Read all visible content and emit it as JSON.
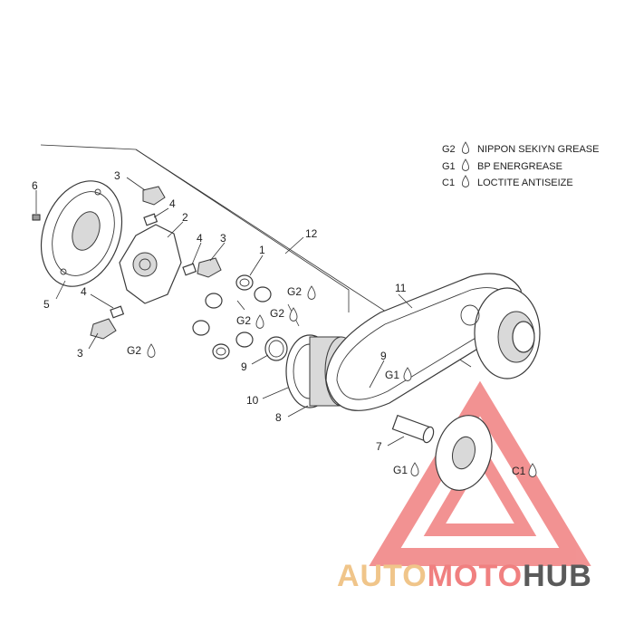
{
  "legend": [
    {
      "code": "G2",
      "text": "NIPPON SEKIYN GREASE"
    },
    {
      "code": "G1",
      "text": "BP ENERGREASE"
    },
    {
      "code": "C1",
      "text": "LOCTITE ANTISEIZE"
    }
  ],
  "callouts": {
    "c1": "1",
    "c2": "2",
    "c3a": "3",
    "c3b": "3",
    "c3c": "3",
    "c4a": "4",
    "c4b": "4",
    "c4c": "4",
    "c5": "5",
    "c6": "6",
    "c7": "7",
    "c8": "8",
    "c9a": "9",
    "c9b": "9",
    "c10": "10",
    "c11": "11",
    "c12": "12"
  },
  "grease_marks": {
    "g2a": "G2",
    "g2b": "G2",
    "g2c": "G2",
    "g2d": "G2",
    "g1a": "G1",
    "g1b": "G1",
    "c1a": "C1"
  },
  "watermark": {
    "part1": "AUTO",
    "part2": "MOTO",
    "part3": "HUB",
    "colors": {
      "auto": "#f0c58a",
      "moto": "#f08080",
      "hub": "#5a5a5a"
    }
  }
}
